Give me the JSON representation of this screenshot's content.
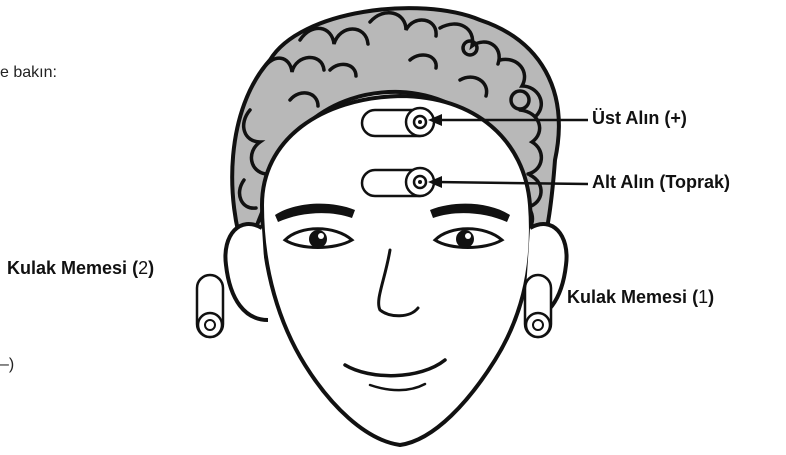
{
  "fragments": {
    "top": "e bakın:",
    "bottom": "–)"
  },
  "labels": {
    "upper_forehead": {
      "name": "Üst Alın",
      "suffix": "(+)"
    },
    "lower_forehead": {
      "name": "Alt Alın",
      "suffix": "(Toprak)"
    },
    "earlobe_left": {
      "name": "Kulak Memesi",
      "open": " (",
      "number": "2",
      "close": ")"
    },
    "earlobe_right": {
      "name": "Kulak Memesi",
      "open": " (",
      "number": "1",
      "close": ")"
    }
  }
}
